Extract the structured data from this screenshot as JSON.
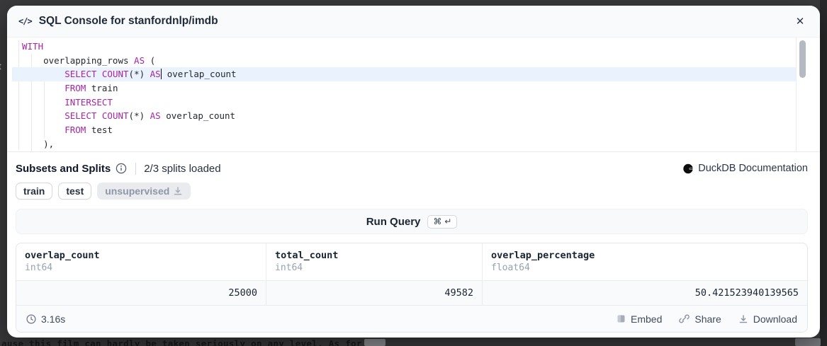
{
  "window": {
    "title": "SQL Console for stanfordnlp/imdb",
    "code_icon": "</>",
    "close_icon": "✕"
  },
  "editor": {
    "keyword_color": "#a626a4",
    "active_line_color": "#e9f2fd",
    "lines": [
      {
        "segments": [
          [
            "kw",
            "WITH"
          ]
        ]
      },
      {
        "segments": [
          [
            "tx",
            "    overlapping_rows "
          ],
          [
            "kw",
            "AS"
          ],
          [
            "tx",
            " ("
          ]
        ]
      },
      {
        "active": true,
        "segments": [
          [
            "tx",
            "        "
          ],
          [
            "kw",
            "SELECT"
          ],
          [
            "tx",
            " "
          ],
          [
            "kw",
            "COUNT"
          ],
          [
            "tx",
            "(*) "
          ],
          [
            "kw",
            "AS"
          ],
          [
            "cursor"
          ],
          [
            "tx",
            " overlap_count"
          ]
        ]
      },
      {
        "segments": [
          [
            "tx",
            "        "
          ],
          [
            "kw",
            "FROM"
          ],
          [
            "tx",
            " train"
          ]
        ]
      },
      {
        "segments": [
          [
            "tx",
            "        "
          ],
          [
            "kw",
            "INTERSECT"
          ]
        ]
      },
      {
        "segments": [
          [
            "tx",
            "        "
          ],
          [
            "kw",
            "SELECT"
          ],
          [
            "tx",
            " "
          ],
          [
            "kw",
            "COUNT"
          ],
          [
            "tx",
            "(*) "
          ],
          [
            "kw",
            "AS"
          ],
          [
            "tx",
            " overlap_count"
          ]
        ]
      },
      {
        "segments": [
          [
            "tx",
            "        "
          ],
          [
            "kw",
            "FROM"
          ],
          [
            "tx",
            " test"
          ]
        ]
      },
      {
        "segments": [
          [
            "tx",
            "    ),"
          ]
        ]
      }
    ]
  },
  "subsets": {
    "heading": "Subsets and Splits",
    "status": "2/3 splits loaded",
    "doc_link": "DuckDB Documentation",
    "splits": [
      {
        "name": "train",
        "loaded": true
      },
      {
        "name": "test",
        "loaded": true
      },
      {
        "name": "unsupervised",
        "loaded": false
      }
    ]
  },
  "run_query": {
    "label": "Run Query",
    "shortcut": "⌘ ↵"
  },
  "results": {
    "columns": [
      {
        "name": "overlap_count",
        "type": "int64"
      },
      {
        "name": "total_count",
        "type": "int64"
      },
      {
        "name": "overlap_percentage",
        "type": "float64"
      }
    ],
    "rows": [
      [
        "25000",
        "49582",
        "50.421523940139565"
      ]
    ]
  },
  "footer": {
    "duration": "3.16s",
    "embed_label": "Embed",
    "share_label": "Share",
    "download_label": "Download"
  },
  "backdrop": {
    "overlay_color": "#3a3a3c",
    "dimmed_text": "ause this film can hardly be taken seriously on any level. As for the"
  }
}
